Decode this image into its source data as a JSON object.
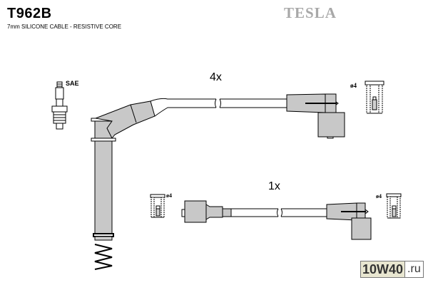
{
  "header": {
    "part_number": "T962B",
    "subtitle": "7mm SILICONE CABLE - RESISTIVE CORE",
    "brand": "TESLA"
  },
  "plug": {
    "label": "SAE"
  },
  "leads": [
    {
      "quantity_label": "4x",
      "terminal_label": "ø4"
    },
    {
      "quantity_label": "1x",
      "terminal_labels": [
        "ø4",
        "ø4"
      ]
    }
  ],
  "watermark": {
    "main": "10W40",
    "tld": ".ru"
  }
}
